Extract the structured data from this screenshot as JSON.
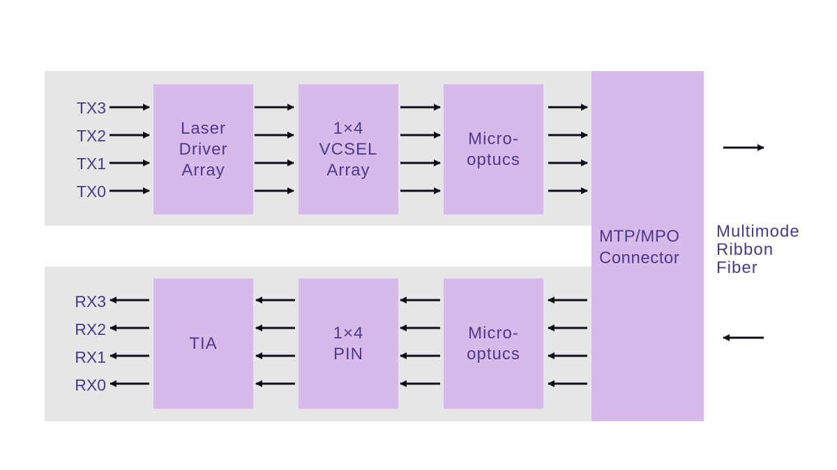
{
  "colors": {
    "band": "#e6e6e6",
    "block": "#d7b9ea",
    "text": "#4b3a8c",
    "arrow": "#0d0d1a"
  },
  "tx": {
    "ports": [
      "TX3",
      "TX2",
      "TX1",
      "TX0"
    ],
    "blocks": [
      "Laser\nDriver\nArray",
      "1×4\nVCSEL\nArray",
      "Micro-\noptucs"
    ]
  },
  "rx": {
    "ports": [
      "RX3",
      "RX2",
      "RX1",
      "RX0"
    ],
    "blocks": [
      "TIA",
      "1×4\nPIN",
      "Micro-\noptucs"
    ]
  },
  "connector": {
    "label": "MTP/MPO\nConnector"
  },
  "fiber": {
    "label": "Multimode\nRibbon\nFiber"
  }
}
